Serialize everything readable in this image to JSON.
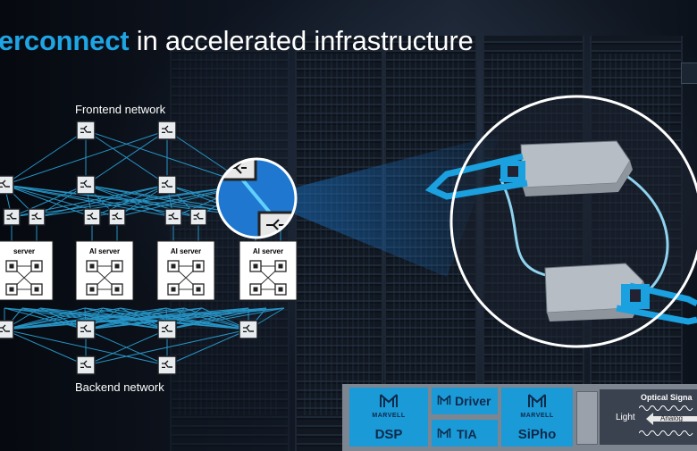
{
  "slide": {
    "title_highlight": "erconnect",
    "title_rest": " in accelerated infrastructure",
    "frontend_label": "Frontend network",
    "backend_label": "Backend network",
    "servers": [
      {
        "label": "server"
      },
      {
        "label": "AI server"
      },
      {
        "label": "AI server"
      },
      {
        "label": "AI server"
      }
    ]
  },
  "bottom_panel": {
    "dsp": {
      "brand": "MARVELL",
      "label": "DSP"
    },
    "driver": {
      "label": "Driver"
    },
    "tia": {
      "label": "TIA"
    },
    "sipho": {
      "brand": "MARVELL",
      "label": "SiPho"
    },
    "optical_signal": "Optical Signa",
    "light": "Light",
    "analog": "Analog"
  },
  "colors": {
    "accent": "#1fa4e4",
    "link": "#2aa3d9",
    "chip": "#1b9ad8",
    "background": "#0a0f17"
  }
}
